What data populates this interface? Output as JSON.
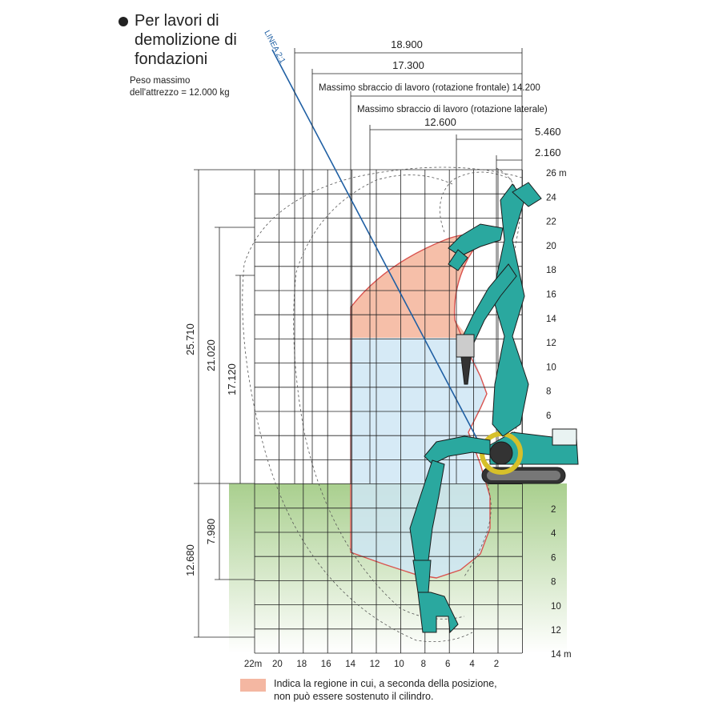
{
  "header": {
    "title_lines": [
      "Per lavori di",
      "demolizione di",
      "fondazioni"
    ],
    "weight_lines": [
      "Peso massimo",
      "dell'attrezzo = 12.000 kg"
    ]
  },
  "diagram": {
    "slope_label": "LINEA 2:1",
    "dims_top": {
      "d1": "18.900",
      "d2": "17.300",
      "front_label": "Massimo sbraccio di lavoro (rotazione frontale) 14.200",
      "side_label": "Massimo sbraccio di lavoro (rotazione laterale)",
      "d3": "12.600",
      "d4": "5.460",
      "d5": "2.160"
    },
    "dims_left": {
      "h1": "25.710",
      "h2": "21.020",
      "h3": "17.120",
      "g1": "7.980",
      "g2": "12.680"
    },
    "y_labels_above": [
      "26 m",
      "24",
      "22",
      "20",
      "18",
      "16",
      "14",
      "12",
      "10",
      "8",
      "6"
    ],
    "y_labels_below": [
      "2",
      "4",
      "6",
      "8",
      "10",
      "12",
      "14 m"
    ],
    "x_labels": [
      "22m",
      "20",
      "18",
      "16",
      "14",
      "12",
      "10",
      "8",
      "6",
      "4",
      "2"
    ]
  },
  "legend": {
    "text": "Indica la regione in cui, a seconda della posizione,\nnon può essere sostenuto il cilindro.",
    "color": "#f4b7a2"
  },
  "colors": {
    "machine": "#2aa89f",
    "slope_line": "#1f5fa3",
    "region_red": "#d9534f",
    "region_blue": "#cde6f4",
    "ground": "#b6d59c"
  }
}
